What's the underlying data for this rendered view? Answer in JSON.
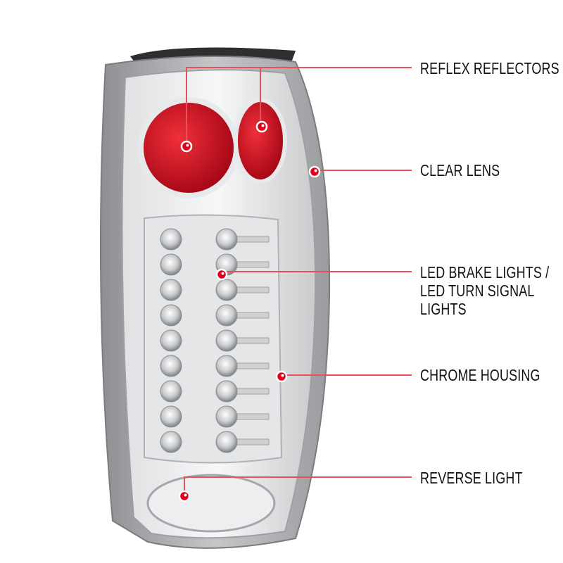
{
  "callouts": {
    "reflex_reflectors": "REFLEX REFLECTORS",
    "clear_lens": "CLEAR LENS",
    "led_lights": [
      "LED BRAKE LIGHTS /",
      "LED TURN SIGNAL",
      "LIGHTS"
    ],
    "chrome_housing": "CHROME HOUSING",
    "reverse_light": "REVERSE LIGHT"
  },
  "colors": {
    "callout_line": "#e8505b",
    "callout_dot": "#e0001b",
    "reflector_red": "#d0101e",
    "housing_grey": "#a9abae",
    "label_text": "#111111"
  }
}
